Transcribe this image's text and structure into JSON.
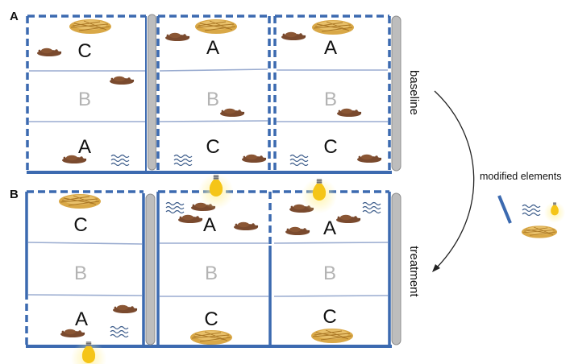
{
  "panel_a": {
    "letter": "A",
    "side_label": "baseline",
    "enclosures": [
      {
        "zones": [
          "C",
          "B",
          "A"
        ]
      },
      {
        "zones": [
          "A",
          "B",
          "C"
        ]
      },
      {
        "zones": [
          "A",
          "B",
          "C"
        ]
      }
    ]
  },
  "panel_b": {
    "letter": "B",
    "side_label": "treatment",
    "enclosures": [
      {
        "zones": [
          "C",
          "B",
          "A"
        ]
      },
      {
        "zones": [
          "A",
          "B",
          "C"
        ]
      },
      {
        "zones": [
          "A",
          "B",
          "C"
        ]
      }
    ]
  },
  "legend": {
    "title": "modified elements",
    "items": [
      "barrier-icon",
      "water-icon",
      "lightbulb-icon",
      "straw-icon"
    ]
  },
  "colors": {
    "wall": "#3c6ab0",
    "divider": "#9aacd0",
    "shelter": "#bdbdbd",
    "label_dark": "#111111",
    "label_light": "#b3b3b3",
    "straw": "#d9a847",
    "dung": "#7a4a2e",
    "bulb": "#f5c518"
  }
}
